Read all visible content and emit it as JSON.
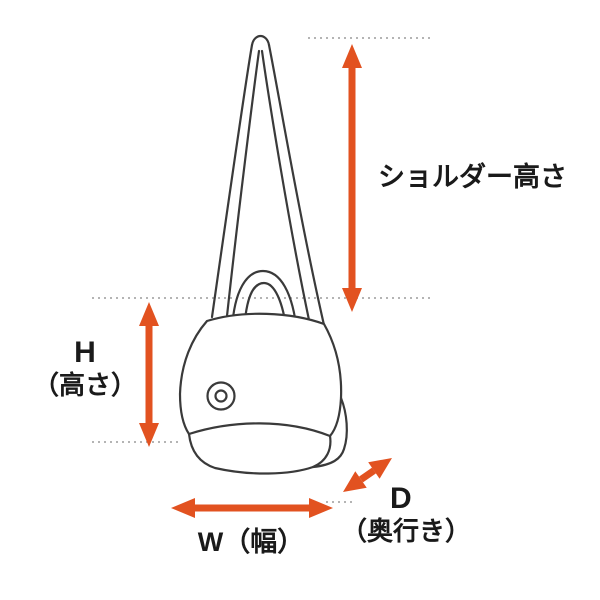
{
  "labels": {
    "shoulder_height": "ショルダー高さ",
    "height_abbr": "H",
    "height_name": "（高さ）",
    "width": "W（幅）",
    "depth_abbr": "D",
    "depth_name": "（奥行き）"
  },
  "colors": {
    "arrow": "#e25220",
    "line": "#3a3a3a",
    "dotted": "#9b9b9b",
    "background": "#ffffff",
    "text": "#1a1a1a"
  }
}
